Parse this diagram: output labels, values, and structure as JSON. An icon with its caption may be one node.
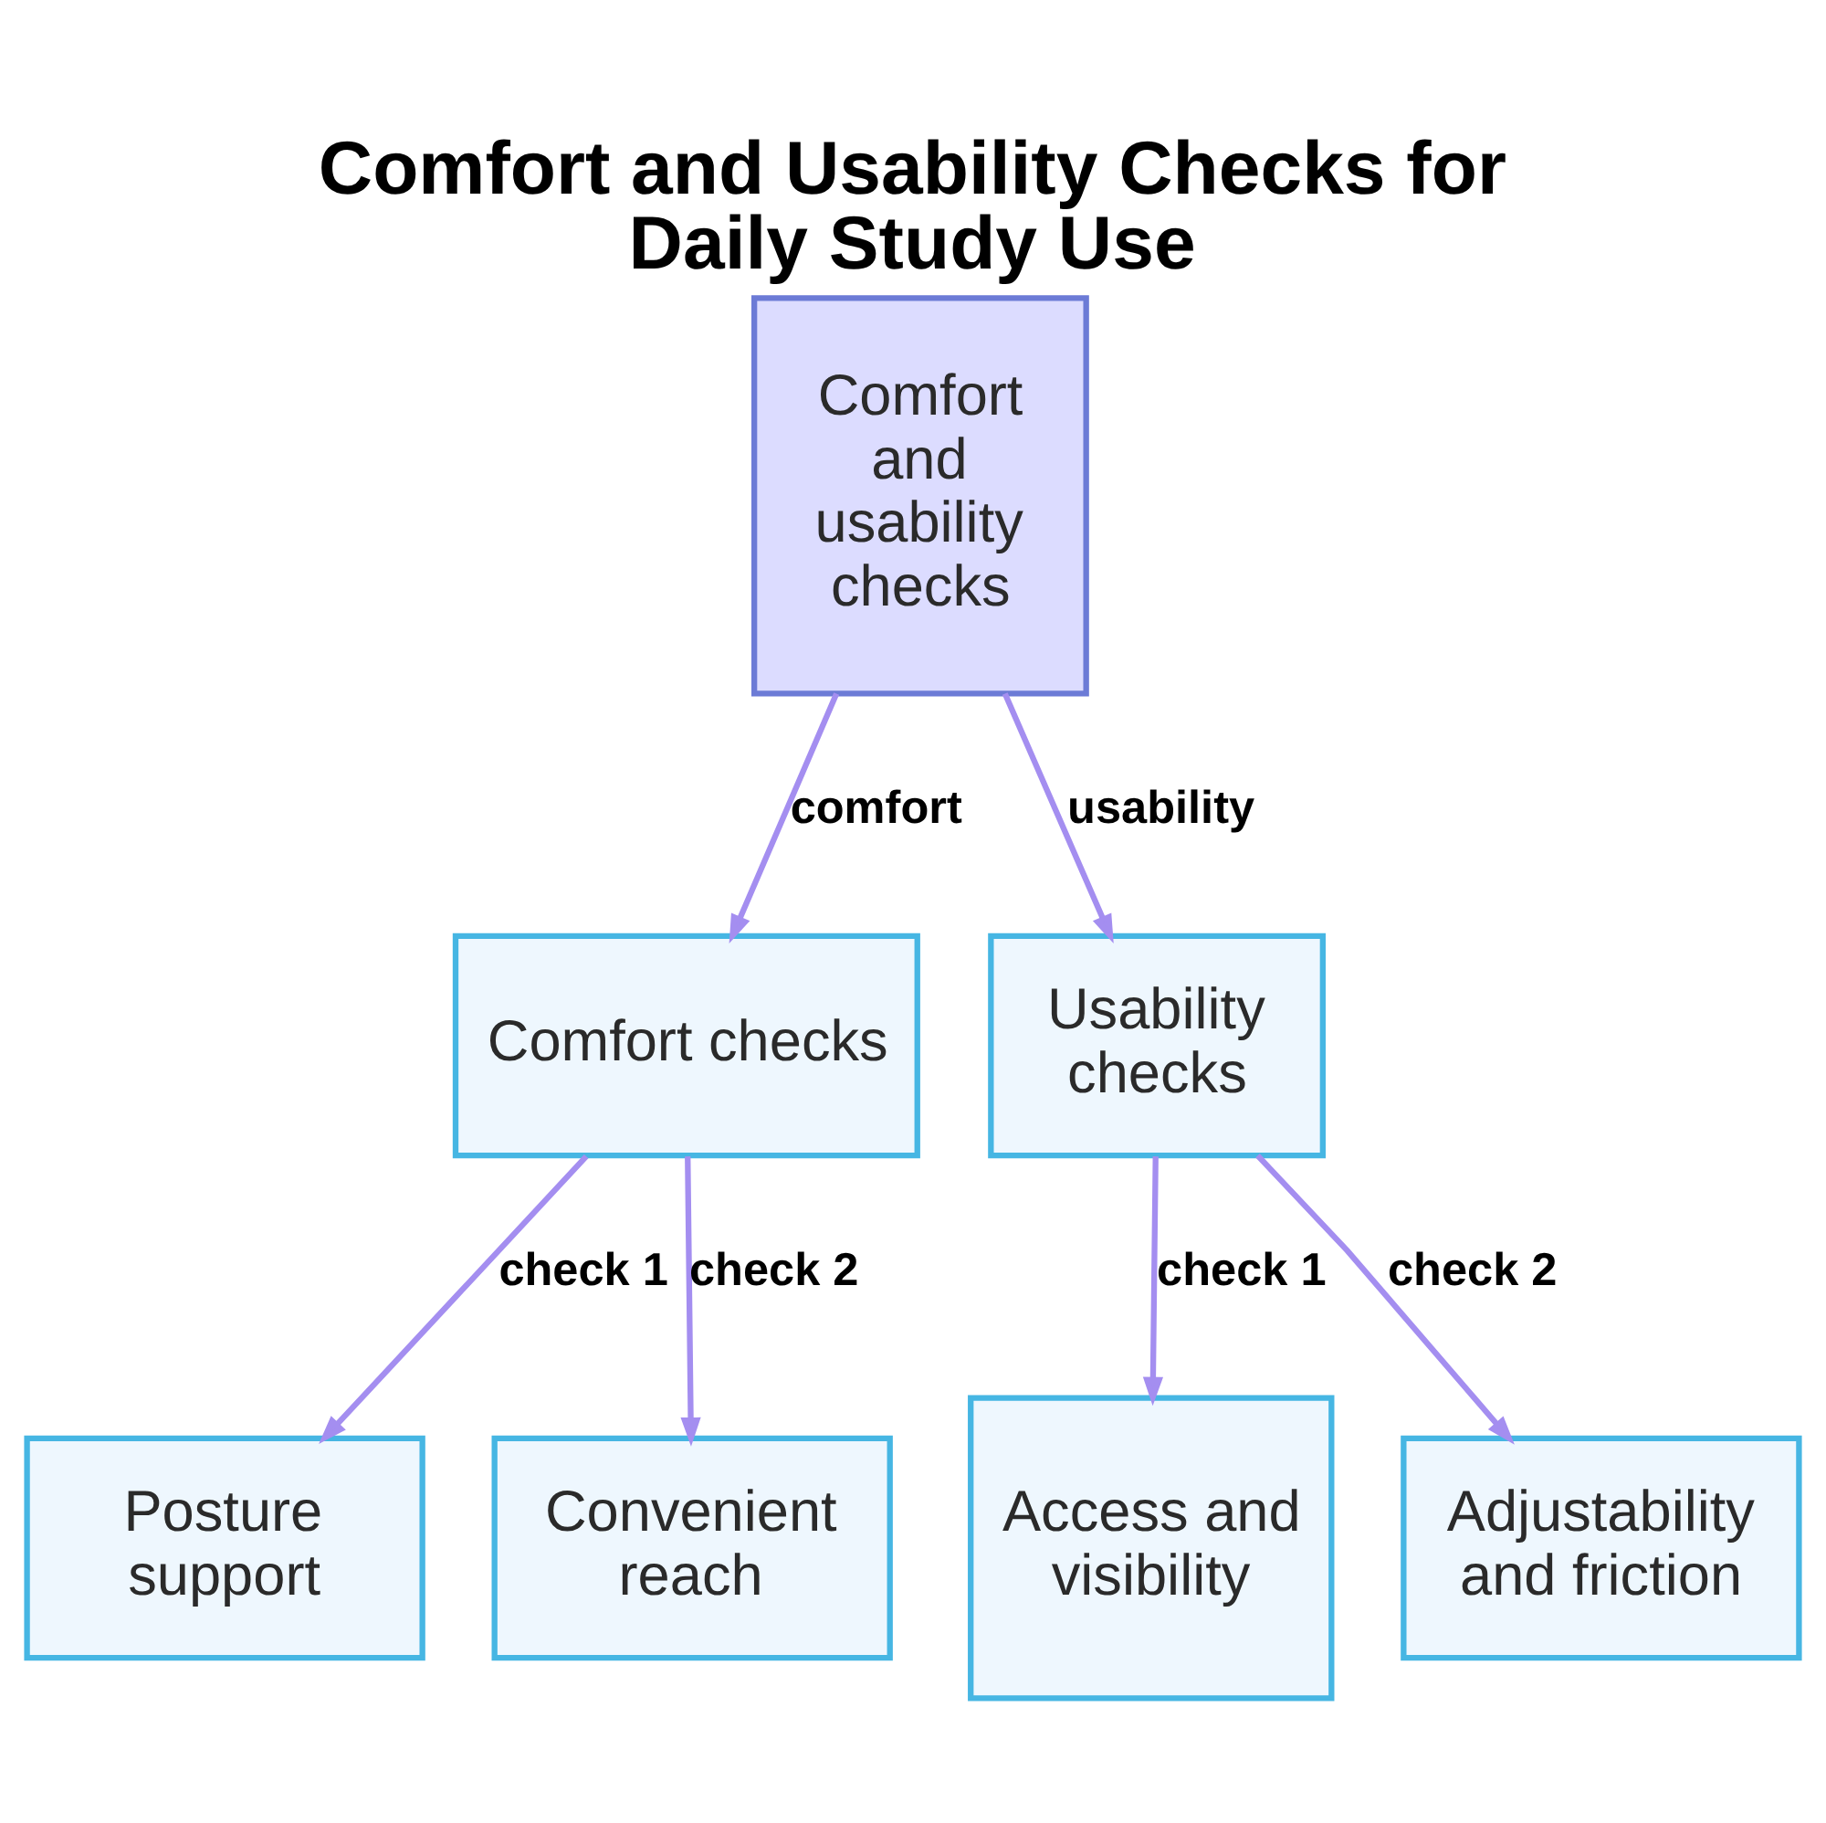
{
  "diagram": {
    "title": "Comfort and Usability Checks for Daily Study Use",
    "nodes": [
      {
        "text": [
          "Comfort and usability checks"
        ]
      },
      {
        "text": [
          "Comfort checks"
        ]
      },
      {
        "text": [
          "Usability checks"
        ]
      },
      {
        "text": [
          "Posture support"
        ]
      },
      {
        "text": [
          "Convenient reach"
        ]
      },
      {
        "text": [
          "Access and visibility"
        ]
      },
      {
        "text": [
          "Adjustability and friction"
        ]
      }
    ],
    "edges": [
      {
        "from": 0,
        "to": 1,
        "arrow": "to",
        "label": "comfort"
      },
      {
        "from": 0,
        "to": 2,
        "arrow": "to",
        "label": "usability"
      },
      {
        "from": 1,
        "to": 3,
        "arrow": "to",
        "label": "check 1"
      },
      {
        "from": 1,
        "to": 4,
        "arrow": "to",
        "label": "check 2"
      },
      {
        "from": 2,
        "to": 5,
        "arrow": "to",
        "label": "check 1"
      },
      {
        "from": 2,
        "to": 6,
        "arrow": "to",
        "label": "check 2"
      }
    ]
  }
}
